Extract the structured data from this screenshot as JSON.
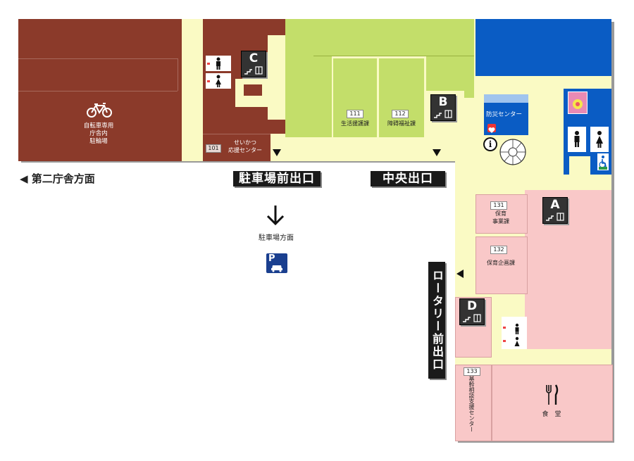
{
  "rooms": {
    "bike_parking": "自転車専用\n庁舎内\n駐輪場",
    "seikatsu_center": {
      "num": "101",
      "name": "せいかつ\n応援センター"
    },
    "seikatsu_enjo": {
      "num": "111",
      "name": "生活援護課"
    },
    "shogai_fukushi": {
      "num": "112",
      "name": "障碍福祉課"
    },
    "bosai_center": "防災センター",
    "hoiku_jigyo": {
      "num": "131",
      "name": "保育\n事業課"
    },
    "hoiku_kikaku": {
      "num": "132",
      "name": "保育企画課"
    },
    "kikan_sodan": {
      "num": "133",
      "name": "基幹相談支援センター"
    },
    "shokudo": "食　堂"
  },
  "elevators": {
    "a": "A",
    "b": "B",
    "c": "C",
    "d": "D"
  },
  "exits": {
    "parking_exit": "駐車場前出口",
    "central_exit": "中央出口",
    "rotary_exit": "ロータリー前出口"
  },
  "directions": {
    "second_building": "◀ 第二庁舎方面",
    "parking_direction": "駐車場方面"
  },
  "colors": {
    "maroon": "#8b3a2a",
    "green": "#c3de6a",
    "pink": "#f9c8c8",
    "corridor": "#fafac4",
    "blue": "#0a5cc4"
  },
  "icons": [
    "bicycle-icon",
    "restroom-icon",
    "elevator-icon",
    "stairs-icon",
    "information-icon",
    "aed-icon",
    "parking-icon",
    "dining-icon",
    "wheelchair-icon",
    "down-arrow-icon"
  ]
}
